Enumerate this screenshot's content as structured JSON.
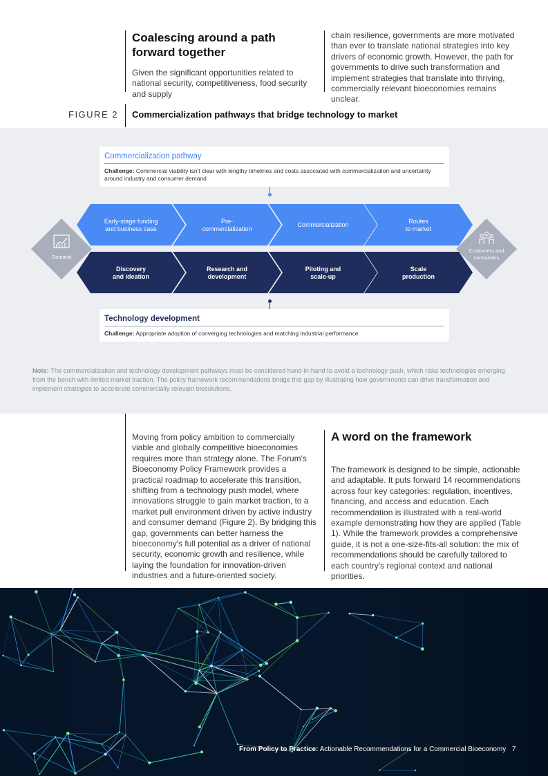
{
  "top": {
    "heading": "Coalescing around a path forward together",
    "left_para": "Given the significant opportunities related to national security, competitiveness, food security and supply",
    "right_para": "chain resilience, governments are more motivated than ever to translate national strategies into key drivers of economic growth. However, the path for governments to drive such transformation and implement strategies that translate into thriving, commercially relevant bioeconomies remains unclear."
  },
  "figure": {
    "label": "FIGURE 2",
    "title": "Commercialization pathways that bridge technology to market",
    "pathway_box": {
      "title": "Commercialization pathway",
      "challenge_label": "Challenge:",
      "challenge_text": " Commercial viability isn't clear with lengthy timelines and costs associated with commercialization and uncertainty around industry and consumer demand"
    },
    "tech_box": {
      "title": "Technology development",
      "challenge_label": "Challenge:",
      "challenge_text": " Appropriate adoption of converging technologies and matching industrial performance"
    },
    "demand_label": "Demand",
    "customers_label_1": "Customers and",
    "customers_label_2": "consumers",
    "top_row": [
      {
        "line1": "Early-stage funding",
        "line2": "and business case"
      },
      {
        "line1": "Pre-",
        "line2": "commercialization"
      },
      {
        "line1": "Commercialization",
        "line2": ""
      },
      {
        "line1": "Routes",
        "line2": "to market"
      }
    ],
    "bottom_row": [
      {
        "line1": "Discovery",
        "line2": "and ideation"
      },
      {
        "line1": "Research and",
        "line2": "development"
      },
      {
        "line1": "Piloting and",
        "line2": "scale-up"
      },
      {
        "line1": "Scale",
        "line2": "production"
      }
    ],
    "note_label": "Note:",
    "note_text": " The commercialization and technology development pathways must be considered hand-in-hand to avoid a technology push, which risks technologies emerging from the bench with limited market traction. The policy framework recommendations bridge this gap by illustrating how governments can drive transformation and implement strategies to accelerate commercially relevant biosolutions.",
    "colors": {
      "top_row": "#4a8af4",
      "bottom_row": "#1f2d5c",
      "side_diamonds": "#a8aebb"
    }
  },
  "bottom": {
    "left_para": "Moving from policy ambition to commercially viable and globally competitive bioeconomies requires more than strategy alone. The Forum's Bioeconomy Policy Framework provides a practical roadmap to accelerate this transition, shifting from a technology push model, where innovations struggle to gain market traction, to a market pull environment driven by active industry and consumer demand (Figure 2). By bridging this gap, governments can better harness the bioeconomy's full potential as a driver of national security, economic growth and resilience, while laying the foundation for innovation-driven industries and a future-oriented society.",
    "right_heading": "A word on the framework",
    "right_para": "The framework is designed to be simple, actionable and adaptable. It puts forward 14 recommendations across four key categories: regulation, incentives, financing, and access and education. Each recommendation is illustrated with a real-world example demonstrating how they are applied (Table 1). While the framework provides a comprehensive guide, it is not a one-size-fits-all solution: the mix of recommendations should be carefully tailored to each country's regional context and national priorities."
  },
  "footer": {
    "bold": "From Policy to Practice:",
    "rest": " Actionable Recommendations for a Commercial Bioeconomy",
    "page_number": "7"
  }
}
